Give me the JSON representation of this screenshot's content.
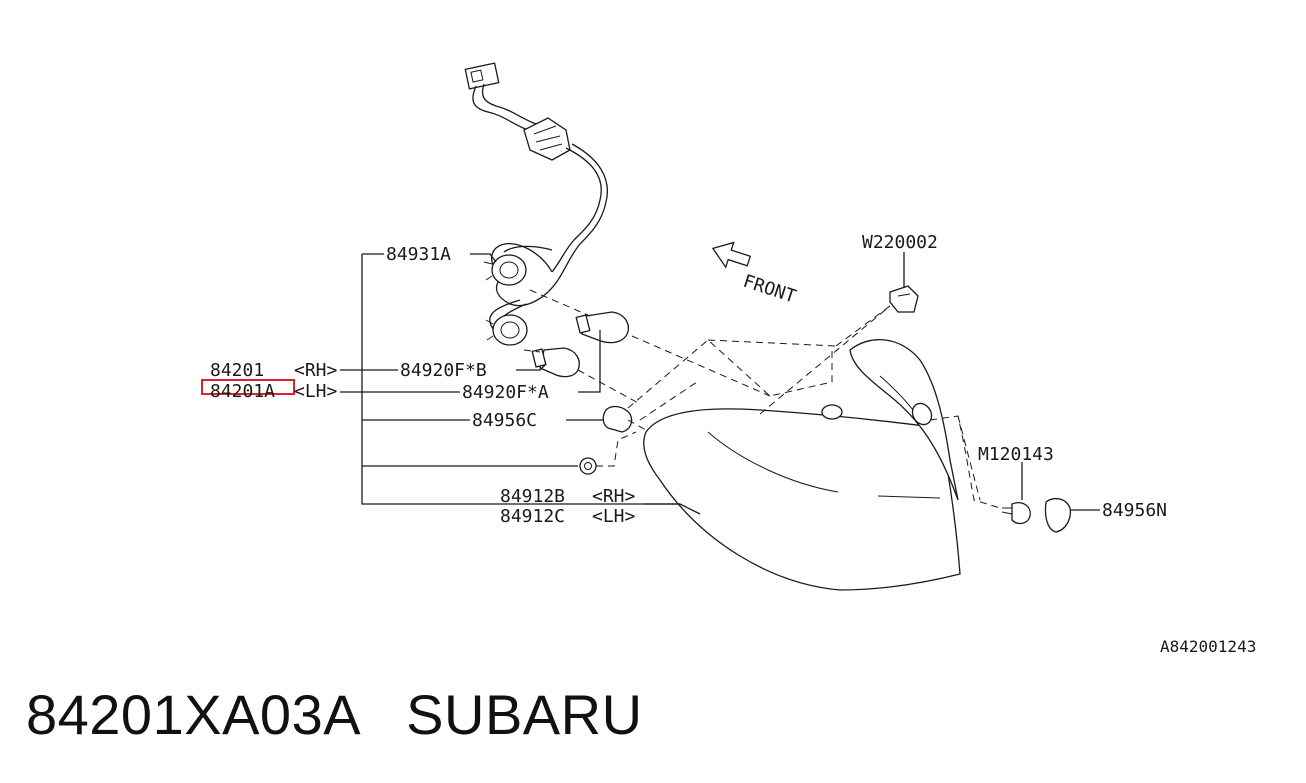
{
  "diagram": {
    "labels": {
      "p84931A": "84931A",
      "p84201": "84201",
      "rh1": "<RH>",
      "p84201A": "84201A",
      "lh1": "<LH>",
      "p84920FB": "84920F*B",
      "p84920FA": "84920F*A",
      "p84956C": "84956C",
      "p84912B": "84912B",
      "rh2": "<RH>",
      "p84912C": "84912C",
      "lh2": "<LH>",
      "front": "FRONT",
      "w220002": "W220002",
      "m120143": "M120143",
      "p84956N": "84956N"
    },
    "reference_code": "A842001243",
    "highlight_color": "#e0202a"
  },
  "caption": {
    "text": "84201XA03A   SUBARU"
  }
}
